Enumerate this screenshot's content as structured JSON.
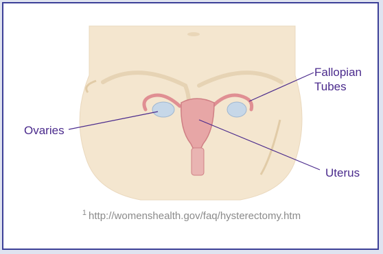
{
  "labels": {
    "fallopian_line1": "Fallopian",
    "fallopian_line2": "Tubes",
    "ovaries": "Ovaries",
    "uterus": "Uterus"
  },
  "footnote": {
    "number": "1",
    "url": "http://womenshealth.gov/faq/hysterectomy.htm"
  },
  "colors": {
    "border": "#3b3f97",
    "label": "#4a2a8c",
    "skin": "#f4e6cf",
    "organ": "#e7a6a6",
    "ovary": "#c6d7e8"
  }
}
